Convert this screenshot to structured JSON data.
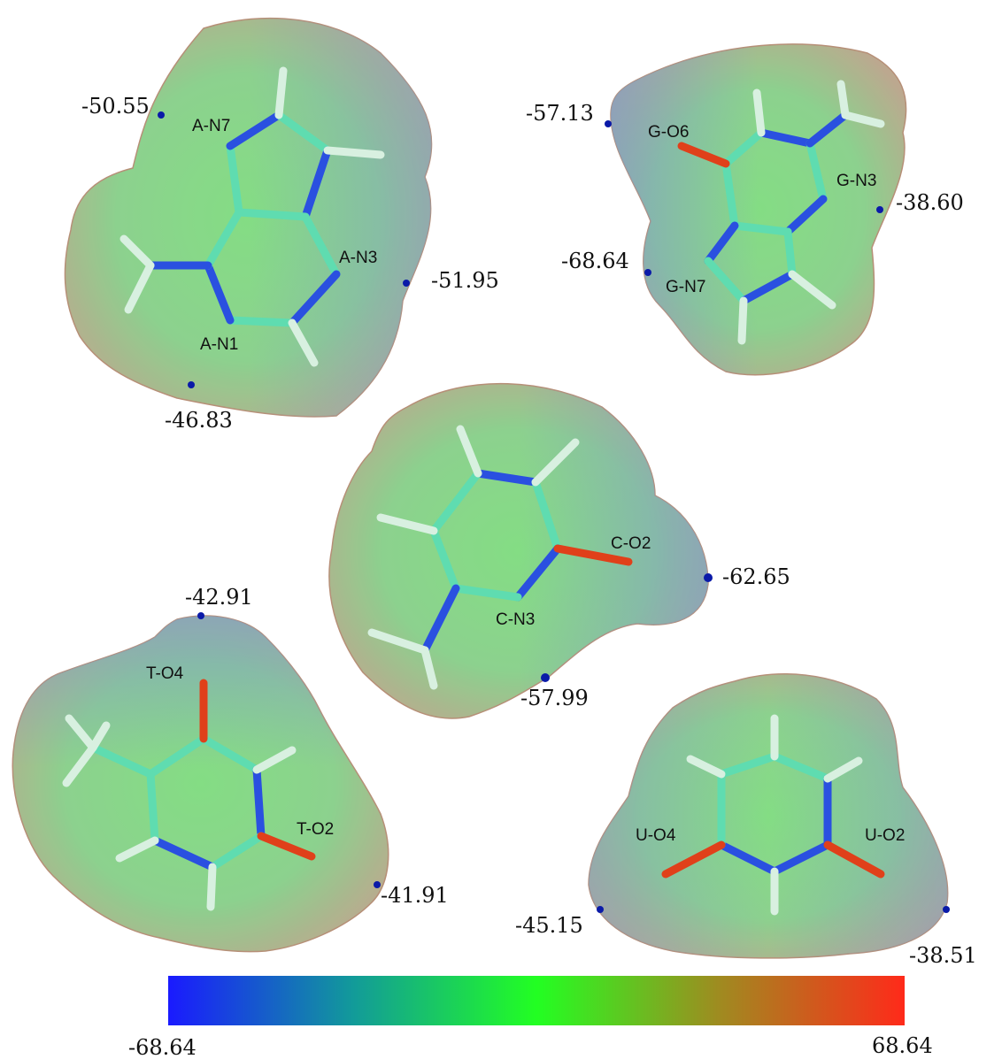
{
  "colors": {
    "negative": "#1a1aff",
    "neutral": "#22ff22",
    "positive": "#ff2a1a",
    "bond": "#5fdcb0",
    "nitrogen": "#2a50e0",
    "oxygen": "#e0401a",
    "hydrogen": "#d8f0e0",
    "marker": "#0a1aa8"
  },
  "molecules": {
    "adenine": {
      "labels": {
        "n7": "A-N7",
        "n3": "A-N3",
        "n1": "A-N1"
      },
      "values": {
        "v1": "-50.55",
        "v2": "-51.95",
        "v3": "-46.83"
      }
    },
    "guanine": {
      "labels": {
        "o6": "G-O6",
        "n3": "G-N3",
        "n7": "G-N7"
      },
      "values": {
        "v1": "-57.13",
        "v2": "-38.60",
        "v3": "-68.64"
      }
    },
    "cytosine": {
      "labels": {
        "o2": "C-O2",
        "n3": "C-N3"
      },
      "values": {
        "v1": "-62.65",
        "v2": "-57.99"
      }
    },
    "thymine": {
      "labels": {
        "o4": "T-O4",
        "o2": "T-O2"
      },
      "values": {
        "v1": "-42.91",
        "v2": "-41.91"
      }
    },
    "uracil": {
      "labels": {
        "o4": "U-O4",
        "o2": "U-O2"
      },
      "values": {
        "v1": "-45.15",
        "v2": "-38.51"
      }
    }
  },
  "colorbar": {
    "min": "-68.64",
    "max": "68.64"
  }
}
